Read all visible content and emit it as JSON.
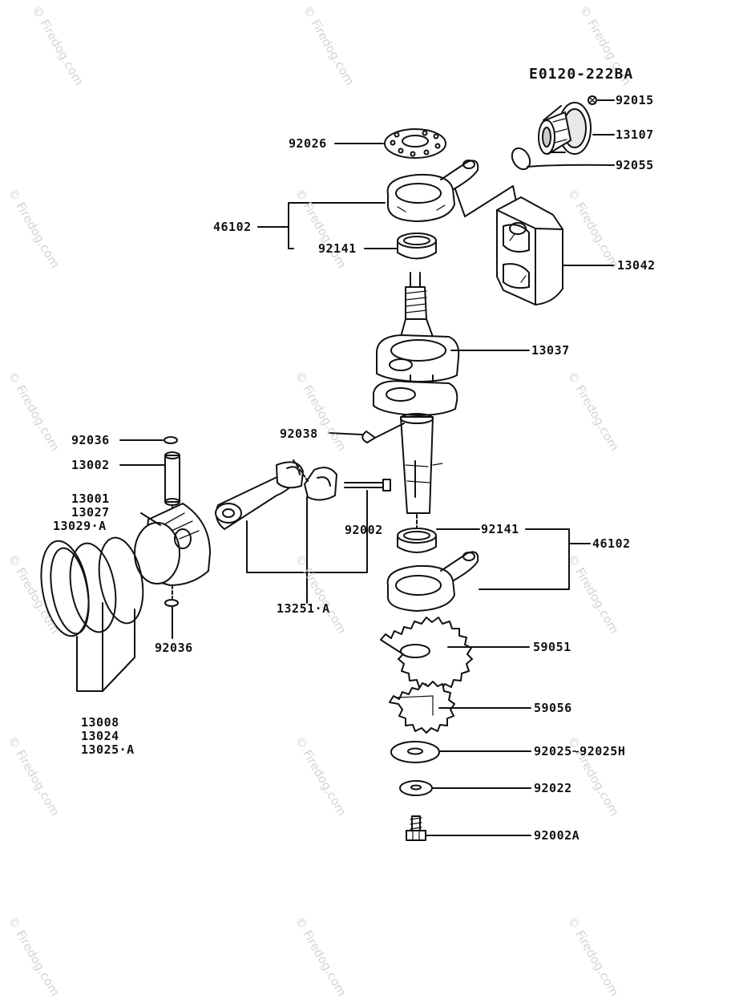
{
  "drawing_code": "E0120-222BA",
  "watermark": "© Firedog.com",
  "labels": {
    "p92015": "92015",
    "p13107": "13107",
    "p92055": "92055",
    "p92026": "92026",
    "p46102_top": "46102",
    "p92141_top": "92141",
    "p13042": "13042",
    "p13037": "13037",
    "p92036_top": "92036",
    "p92038": "92038",
    "p13002": "13002",
    "p13001": "13001",
    "p13027": "13027",
    "p13029A": "13029·A",
    "p92002": "92002",
    "p92141_bot": "92141",
    "p46102_bot": "46102",
    "p13251A": "13251·A",
    "p92036_bot": "92036",
    "p59051": "59051",
    "p59056": "59056",
    "p13008": "13008",
    "p13024": "13024",
    "p13025A": "13025·A",
    "p92025": "92025~92025H",
    "p92022": "92022",
    "p92002A": "92002A"
  }
}
